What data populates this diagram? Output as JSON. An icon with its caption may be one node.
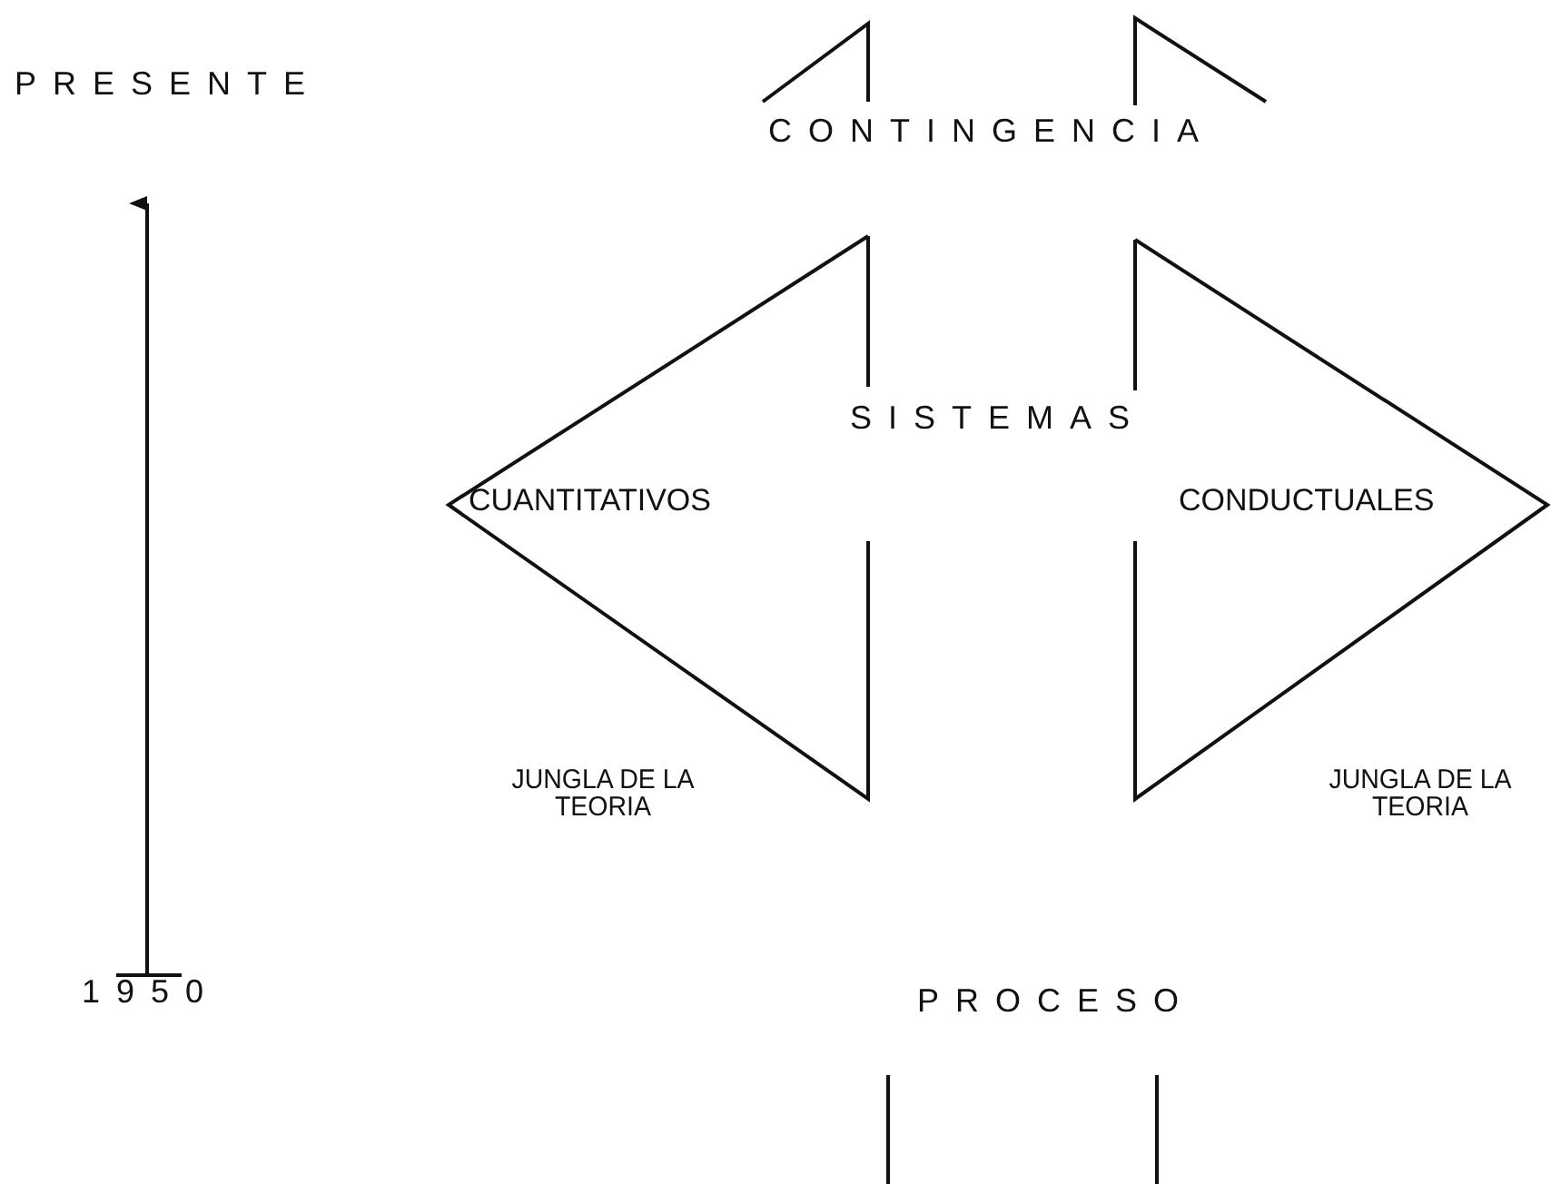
{
  "diagram": {
    "nodes": [
      {
        "text": [
          "CUANTITATIVOS"
        ]
      },
      {
        "text": [
          "CONDUCTUALES"
        ]
      }
    ],
    "labels": [
      "PRESENTE",
      "CONTINGENCIA",
      "SISTEMAS",
      "JUNGLA DE LA TEORIA",
      "JUNGLA DE LA TEORIA",
      "1950",
      "PROCESO"
    ]
  }
}
